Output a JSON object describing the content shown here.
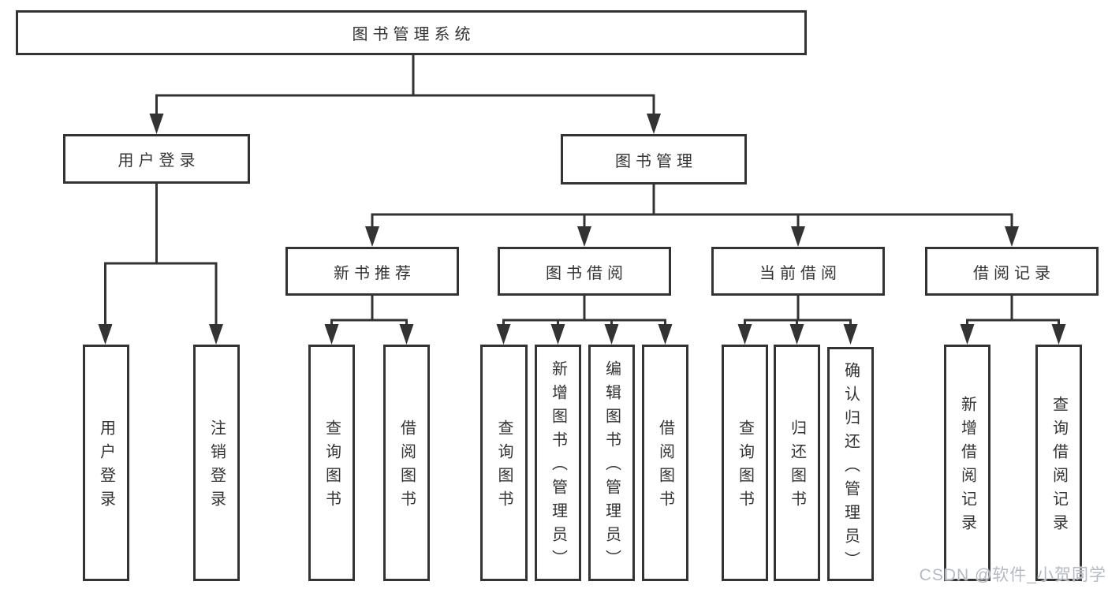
{
  "diagram": {
    "root": {
      "label": "图书管理系统"
    },
    "level2": [
      {
        "label": "用户登录"
      },
      {
        "label": "图书管理"
      }
    ],
    "level3": [
      {
        "label": "新书推荐"
      },
      {
        "label": "图书借阅"
      },
      {
        "label": "当前借阅"
      },
      {
        "label": "借阅记录"
      }
    ],
    "leaves": {
      "user_login": [
        {
          "label": "用户登录"
        },
        {
          "label": "注销登录"
        }
      ],
      "new_book_recommend": [
        {
          "label": "查询图书"
        },
        {
          "label": "借阅图书"
        }
      ],
      "book_borrow": [
        {
          "label": "查询图书"
        },
        {
          "label": "新增图书（管理员）"
        },
        {
          "label": "编辑图书（管理员）"
        },
        {
          "label": "借阅图书"
        }
      ],
      "current_borrow": [
        {
          "label": "查询图书"
        },
        {
          "label": "归还图书"
        },
        {
          "label": "确认归还（管理员）"
        }
      ],
      "borrow_records": [
        {
          "label": "新增借阅记录"
        },
        {
          "label": "查询借阅记录"
        }
      ]
    }
  },
  "watermark": {
    "text": "CSDN @软件_小贺同学"
  },
  "colors": {
    "line": "#333333",
    "box_border": "#333333",
    "text": "#333333",
    "watermark": "#b3bac3",
    "background": "#ffffff"
  }
}
